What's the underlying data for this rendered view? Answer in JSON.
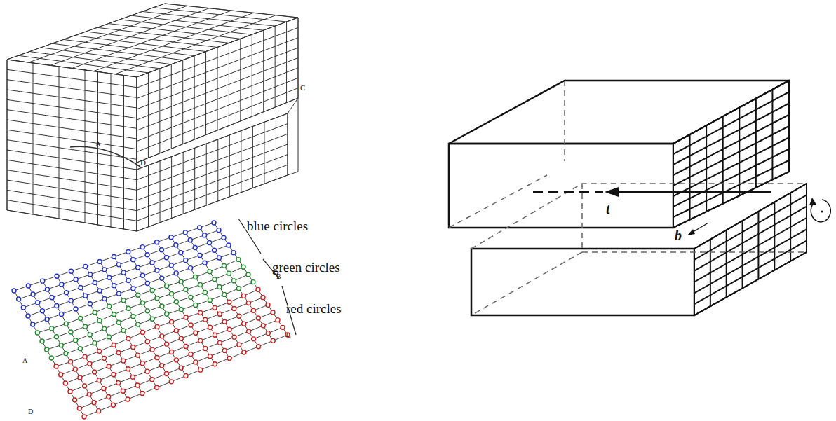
{
  "diagram": {
    "labels": [
      "C",
      "A",
      "D",
      "blue circles",
      "green circles",
      "red circles",
      "B",
      "C",
      "A",
      "D",
      "t",
      "b"
    ]
  }
}
